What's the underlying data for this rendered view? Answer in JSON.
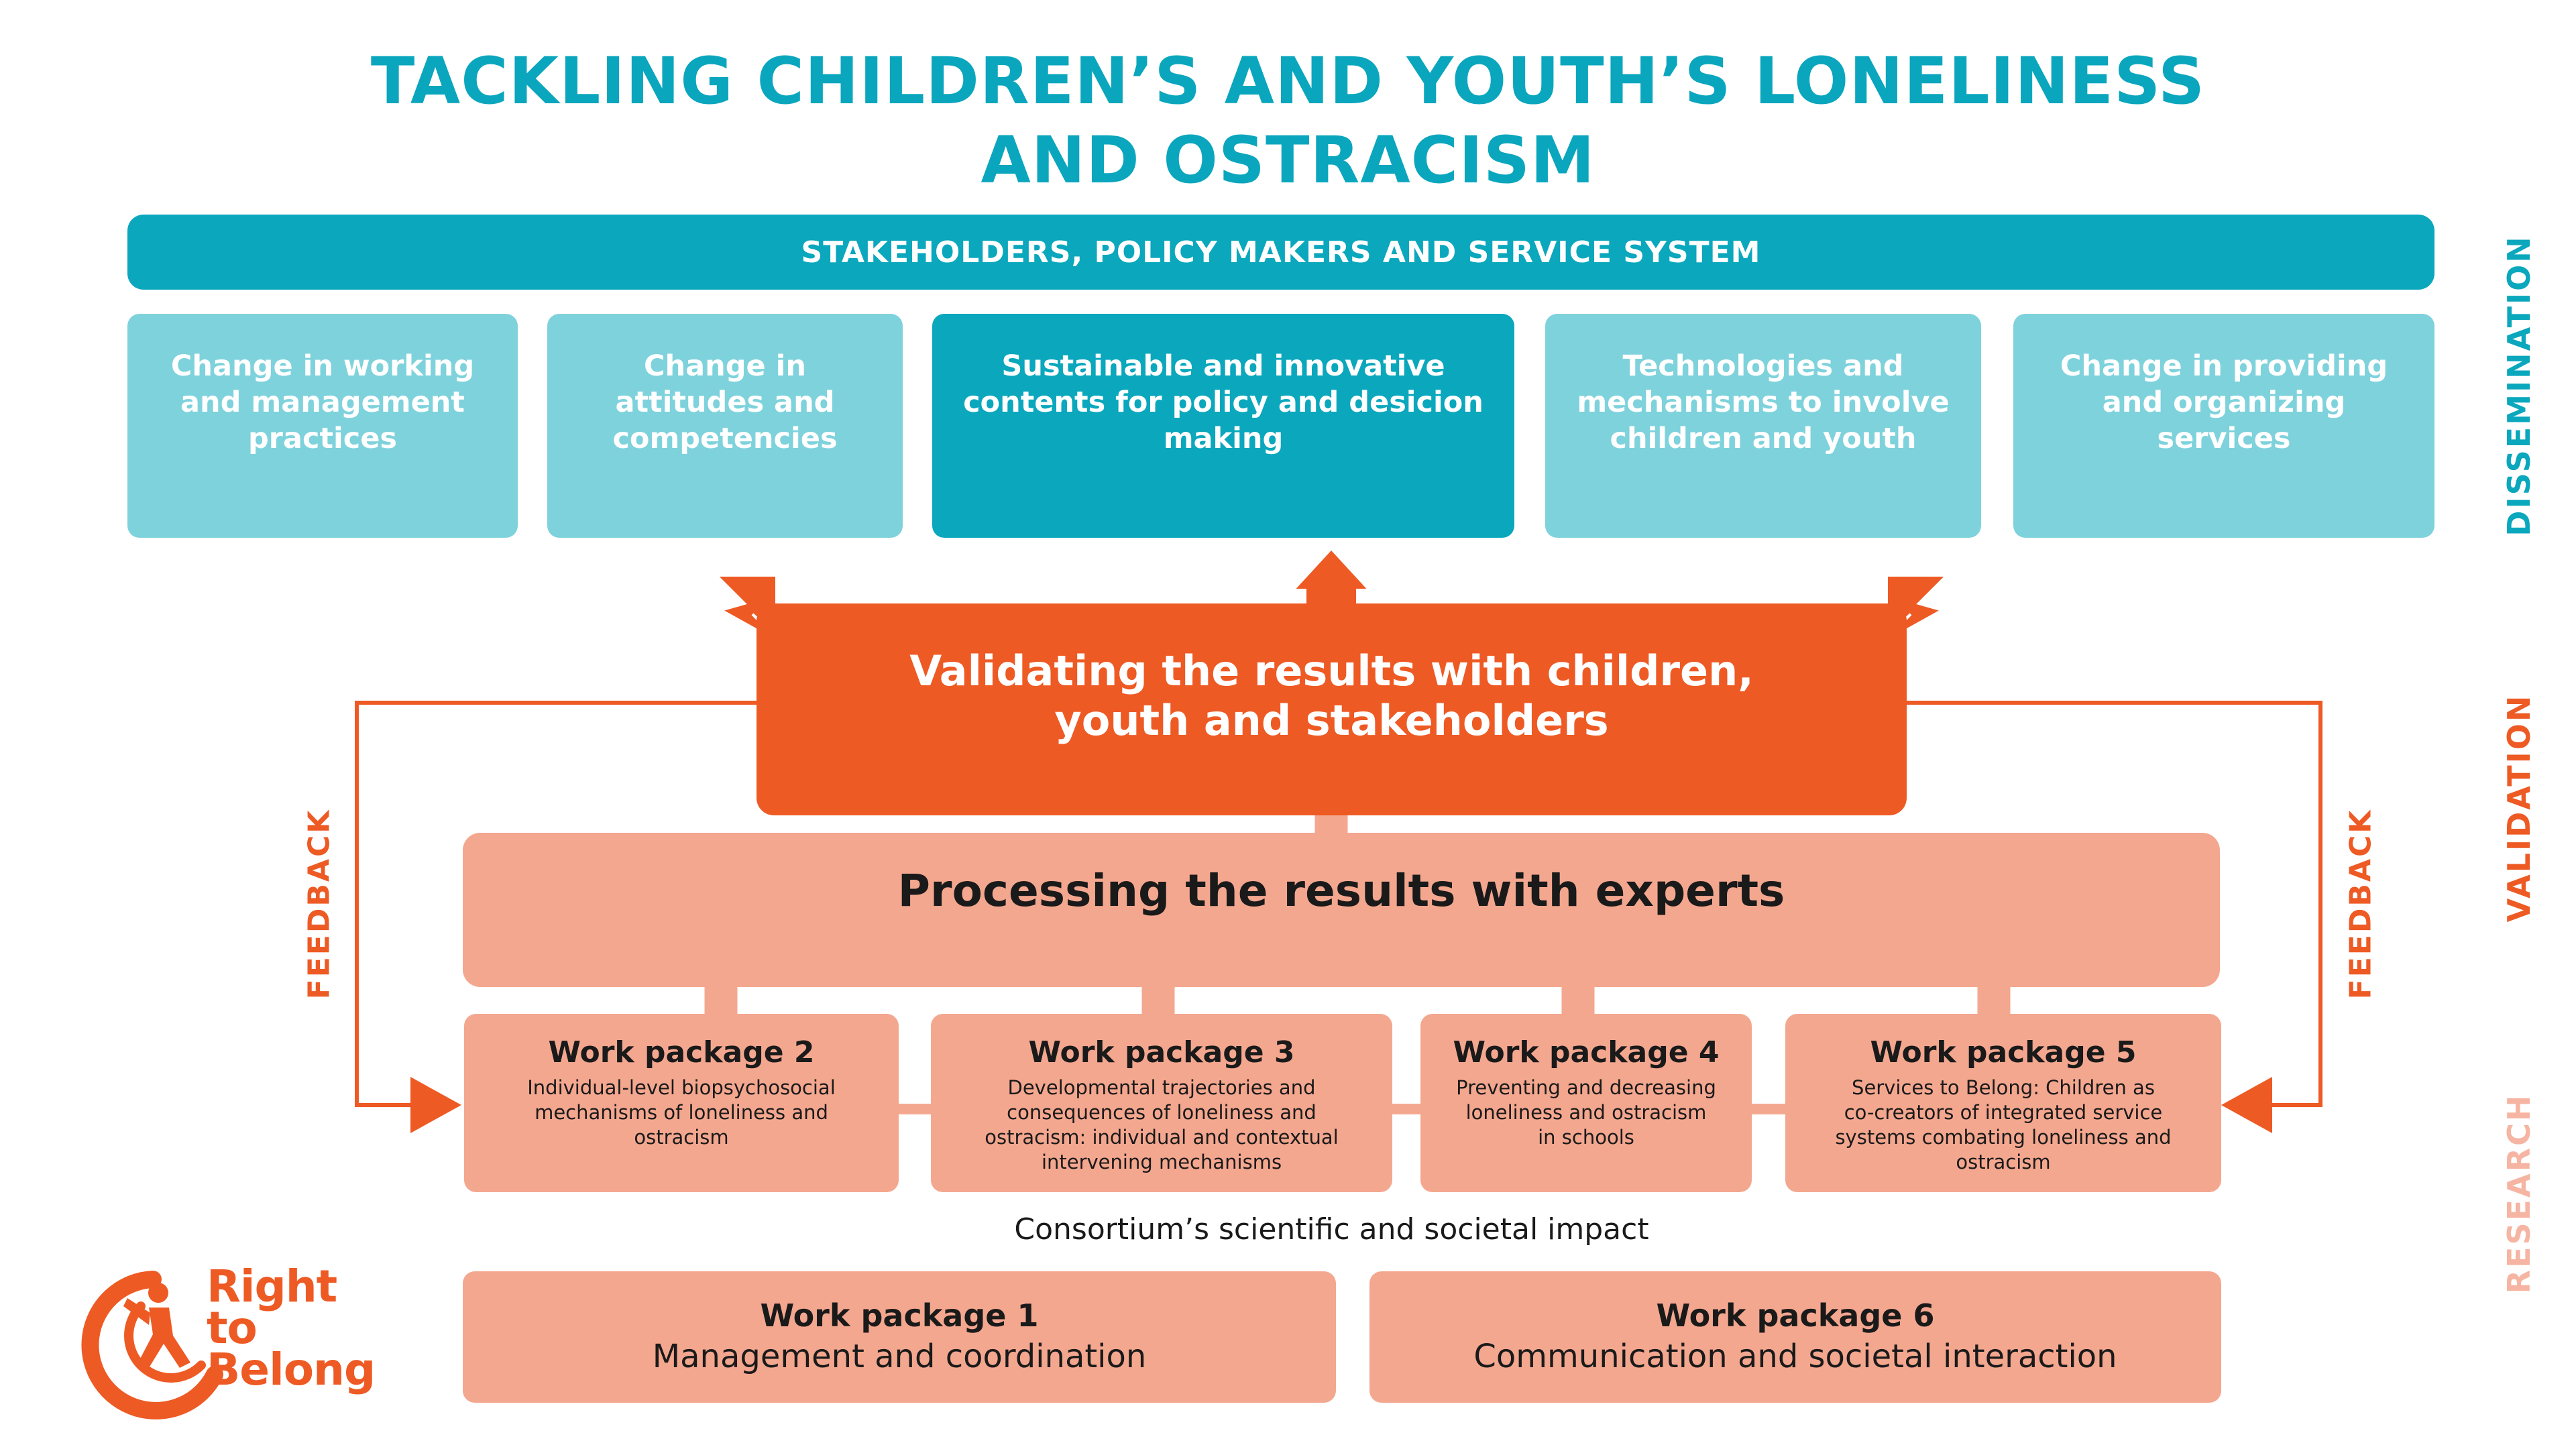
{
  "title": {
    "line1": "TACKLING CHILDREN’S AND YOUTH’S LONELINESS",
    "line2": "AND OSTRACISM"
  },
  "stakeholders_bar": "STAKEHOLDERS, POLICY MAKERS AND SERVICE SYSTEM",
  "outcomes": [
    {
      "text": "Change in working and management practices"
    },
    {
      "text": "Change in attitudes and competencies"
    },
    {
      "text": "Sustainable and innovative contents for policy and desicion making"
    },
    {
      "text": "Technologies and mechanisms to involve children and youth"
    },
    {
      "text": "Change in providing and organizing services"
    }
  ],
  "validation_box": {
    "line1": "Validating the results with children,",
    "line2": "youth and stakeholders"
  },
  "processing_box": "Processing the results with experts",
  "work_packages": [
    {
      "title": "Work package 2",
      "description": "Individual-level biopsychosocial\nmechanisms of loneliness and\nostracism"
    },
    {
      "title": "Work package 3",
      "description": "Developmental trajectories and\nconsequences of loneliness and\nostracism: individual and contextual\nintervening mechanisms"
    },
    {
      "title": "Work package 4",
      "description": "Preventing and decreasing\nloneliness and ostracism\nin schools"
    },
    {
      "title": "Work package 5",
      "description": "Services to Belong: Children as\nco-creators of integrated service\nsystems combating loneliness and\nostracism"
    }
  ],
  "impact_label": "Consortium’s scientific and societal impact",
  "bottom_packages": [
    {
      "title": "Work package 1",
      "description": "Management and coordination"
    },
    {
      "title": "Work package 6",
      "description": "Communication and societal interaction"
    }
  ],
  "feedback_label": "FEEDBACK",
  "side_labels": {
    "dissemination": "DISSEMINATION",
    "validation": "VALIDATION",
    "research": "RESEARCH"
  },
  "logo": {
    "line1": "Right",
    "line2": "to",
    "line3": "Belong"
  },
  "colors": {
    "teal": "#0aa7bd",
    "light_teal": "#7ed2dc",
    "orange": "#ee5a24",
    "salmon": "#f4a78f",
    "research_label": "#f6b5a2"
  }
}
